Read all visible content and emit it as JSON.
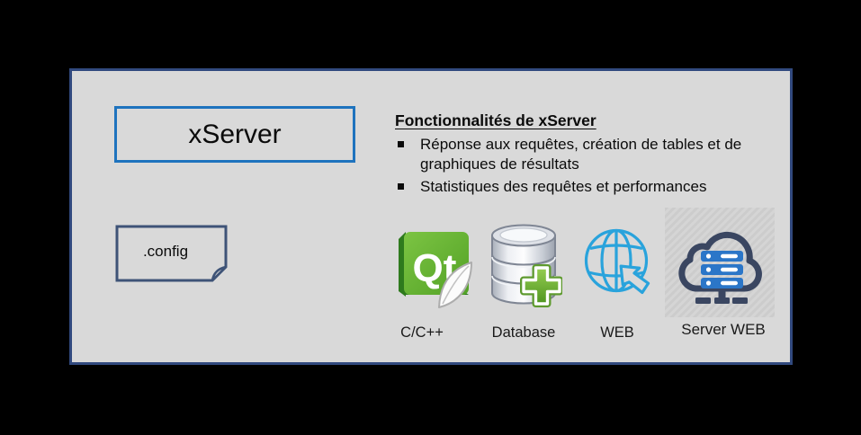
{
  "slide": {
    "background": "#000000",
    "panel_background": "#D9D9D9",
    "panel_border_color": "#31497E"
  },
  "xserver_box": {
    "label": "xServer",
    "border_color": "#1E73BE"
  },
  "config_shape": {
    "label": ".config",
    "border_color": "#3E5377"
  },
  "features": {
    "title": "Fonctionnalités de xServer",
    "items": [
      {
        "lines": [
          "Réponse aux requêtes, création de tables et de",
          "graphiques de résultats"
        ]
      },
      {
        "lines": [
          "Statistiques des requêtes et performances"
        ]
      }
    ]
  },
  "icons": [
    {
      "name": "qt-logo",
      "badge_text": "Qt",
      "label": "C/C++",
      "color": "#5FAD31"
    },
    {
      "name": "database-add",
      "label": "Database",
      "plus_color": "#6FB33C"
    },
    {
      "name": "web-globe-cursor",
      "label": "WEB",
      "color": "#29A3DC"
    },
    {
      "name": "cloud-server",
      "label": "Server WEB",
      "cloud_color": "#3A4661",
      "rack_color": "#2B76C8"
    }
  ]
}
